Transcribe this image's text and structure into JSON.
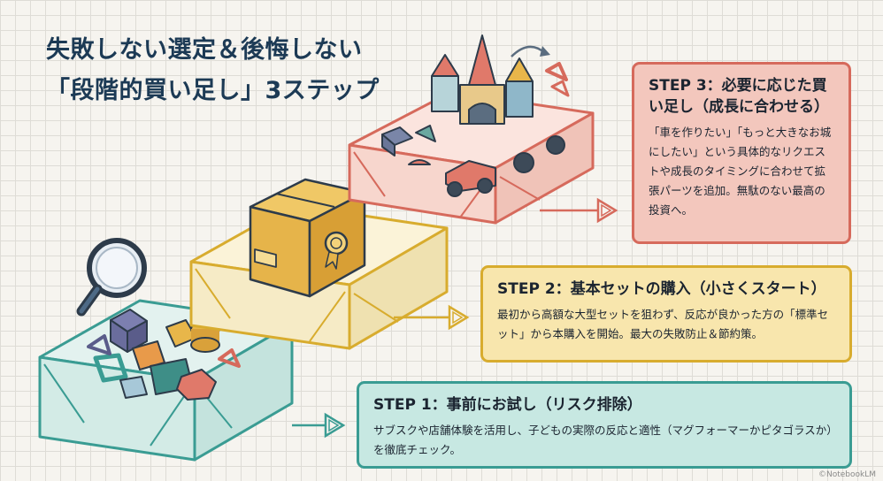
{
  "title": {
    "line1": "失敗しない選定＆後悔しない",
    "line2": "「段階的買い足し」3ステップ"
  },
  "steps": [
    {
      "heading": "STEP 1：事前にお試し（リスク排除）",
      "body": "サブスクや店舗体験を活用し、子どもの実際の反応と適性（マグフォーマーかピタゴラスか）を徹底チェック。",
      "accent_color": "#3a9c93"
    },
    {
      "heading": "STEP 2：基本セットの購入（小さくスタート）",
      "body": "最初から高額な大型セットを狙わず、反応が良かった方の「標準セット」から本購入を開始。最大の失敗防止＆節約策。",
      "accent_color": "#d8ac2e"
    },
    {
      "heading": "STEP 3：必要に応じた買い足し（成長に合わせる）",
      "body": "「車を作りたい」「もっと大きなお城にしたい」という具体的なリクエストや成長のタイミングに合わせて拡張パーツを追加。無駄のない最高の投資へ。",
      "accent_color": "#d66a5c"
    }
  ],
  "icons": {
    "step1_platform": "magnifying-glass-over-shapes",
    "step2_platform": "cardboard-box-with-badge",
    "step3_platform": "castle-and-car-build"
  },
  "copyright": "©NotebookLM"
}
